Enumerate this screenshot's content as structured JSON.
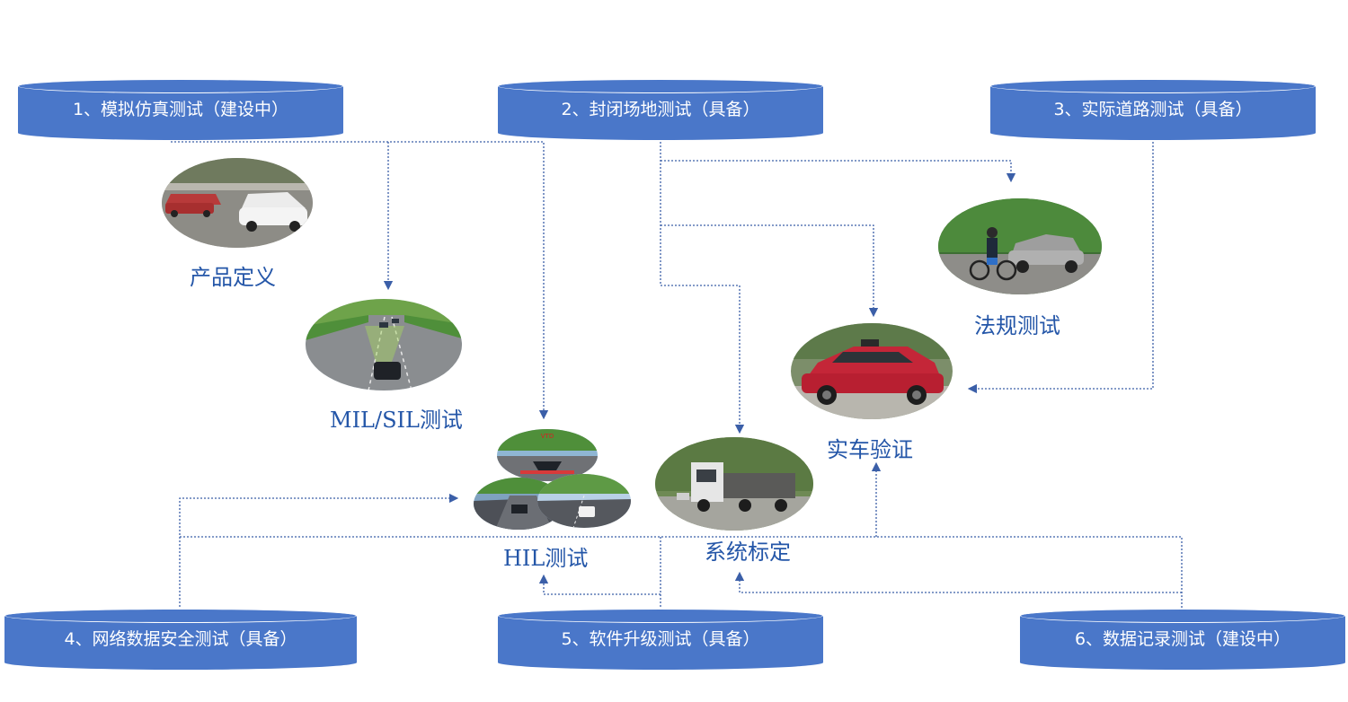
{
  "cylinders": {
    "c1": "1、模拟仿真测试（建设中）",
    "c2": "2、封闭场地测试（具备）",
    "c3": "3、实际道路测试（具备）",
    "c4": "4、网络数据安全测试（具备）",
    "c5": "5、软件升级测试（具备）",
    "c6": "6、数据记录测试（建设中）"
  },
  "captions": {
    "product": "产品定义",
    "milsil": "MIL/SIL测试",
    "hil": "HIL测试",
    "calib": "系统标定",
    "realcar": "实车验证",
    "regulation": "法规测试"
  },
  "photo_labels": {
    "vtd": "VTD"
  },
  "colors": {
    "cylinder": "#4a77c9",
    "caption": "#2456a8",
    "connector": "#3b5fa8"
  }
}
